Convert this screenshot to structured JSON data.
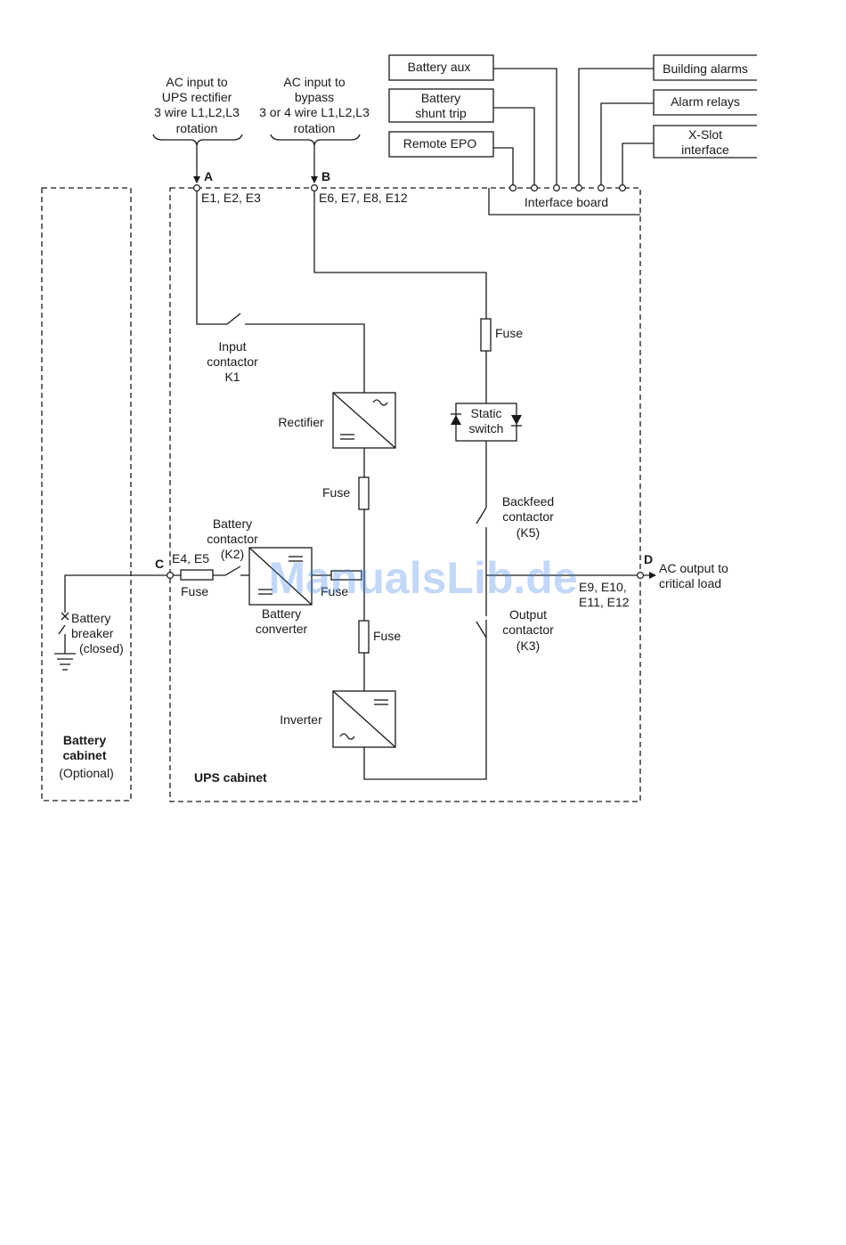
{
  "inputs": {
    "rectifier_input": [
      "AC input to",
      "UPS rectifier",
      "3 wire L1,L2,L3",
      "rotation"
    ],
    "bypass_input": [
      "AC input to",
      "bypass",
      "3 or 4 wire L1,L2,L3",
      "rotation"
    ]
  },
  "terminals": {
    "a_label": "A",
    "a_pins": "E1, E2, E3",
    "b_label": "B",
    "b_pins": "E6, E7, E8, E12",
    "c_label": "C",
    "c_pins": "E4, E5",
    "d_label": "D",
    "d_pins": [
      "E9, E10,",
      "E11, E12"
    ]
  },
  "interface": {
    "left_boxes": [
      [
        "Battery aux"
      ],
      [
        "Battery",
        "shunt trip"
      ],
      [
        "Remote EPO"
      ]
    ],
    "right_boxes": [
      [
        "Building alarms"
      ],
      [
        "Alarm relays"
      ],
      [
        "X-Slot",
        "interface"
      ]
    ],
    "board": "Interface board"
  },
  "components": {
    "input_contactor": [
      "Input",
      "contactor",
      "K1"
    ],
    "rectifier": "Rectifier",
    "fuse": "Fuse",
    "static_switch": [
      "Static",
      "switch"
    ],
    "backfeed_contactor": [
      "Backfeed",
      "contactor",
      "(K5)"
    ],
    "battery_contactor": [
      "Battery",
      "contactor",
      "(K2)"
    ],
    "battery_converter": [
      "Battery",
      "converter"
    ],
    "output_contactor": [
      "Output",
      "contactor",
      "(K3)"
    ],
    "inverter": "Inverter",
    "battery_breaker": [
      "Battery",
      "breaker",
      "(closed)"
    ],
    "ac_output": [
      "AC output to",
      "critical load"
    ]
  },
  "cabinets": {
    "battery": [
      "Battery",
      "cabinet"
    ],
    "battery_optional": "(Optional)",
    "ups": "UPS cabinet"
  },
  "watermark": "ManualsLib.de"
}
